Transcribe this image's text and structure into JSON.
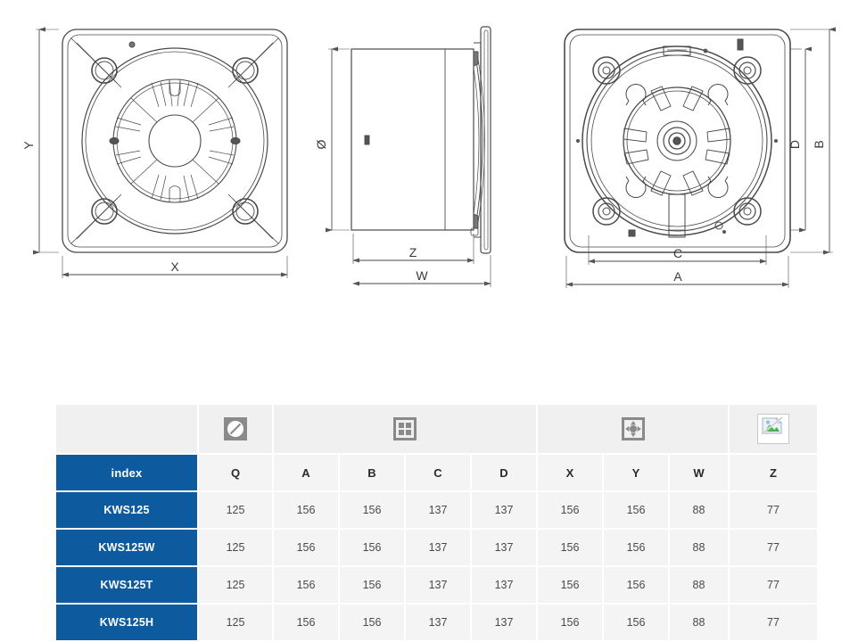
{
  "drawings": {
    "front_view": {
      "name": "front-view",
      "dimension_labels": [
        "Y",
        "X"
      ]
    },
    "side_view": {
      "name": "side-view",
      "dimension_labels": [
        "Ø",
        "Z",
        "W"
      ]
    },
    "rear_view": {
      "name": "rear-view",
      "dimension_labels": [
        "B",
        "D",
        "C",
        "A"
      ]
    }
  },
  "table": {
    "icon_headers": [
      {
        "key": "index",
        "icon": "",
        "span": 1
      },
      {
        "key": "q",
        "icon": "diameter-icon",
        "span": 1
      },
      {
        "key": "abcd",
        "icon": "grid-square-icon",
        "span": 4
      },
      {
        "key": "xyw",
        "icon": "resize-arrows-icon",
        "span": 3
      },
      {
        "key": "z",
        "icon": "broken-image-icon",
        "span": 1
      }
    ],
    "columns": [
      "index",
      "Q",
      "A",
      "B",
      "C",
      "D",
      "X",
      "Y",
      "W",
      "Z"
    ],
    "rows": [
      {
        "index": "KWS125",
        "values": [
          "125",
          "156",
          "156",
          "137",
          "137",
          "156",
          "156",
          "88",
          "77"
        ]
      },
      {
        "index": "KWS125W",
        "values": [
          "125",
          "156",
          "156",
          "137",
          "137",
          "156",
          "156",
          "88",
          "77"
        ]
      },
      {
        "index": "KWS125T",
        "values": [
          "125",
          "156",
          "156",
          "137",
          "137",
          "156",
          "156",
          "88",
          "77"
        ]
      },
      {
        "index": "KWS125H",
        "values": [
          "125",
          "156",
          "156",
          "137",
          "137",
          "156",
          "156",
          "88",
          "77"
        ]
      }
    ]
  },
  "colors": {
    "index_blue": "#0e5a9e",
    "cell_gray": "#f4f4f4",
    "header_gray": "#f0f0f0",
    "icon_gray": "#7d7d7d",
    "line": "#4a4a4a"
  }
}
